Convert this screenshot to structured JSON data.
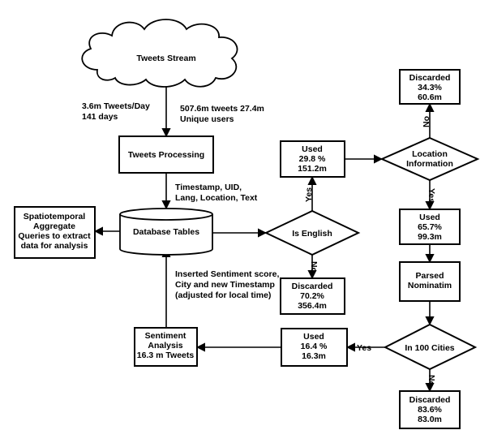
{
  "nodes": {
    "tweets_stream": [
      "Tweets Stream"
    ],
    "tweets_processing": [
      "Tweets Processing"
    ],
    "database_tables": [
      "Database Tables"
    ],
    "spatiotemporal": [
      "Spatiotemporal",
      "Aggregate",
      "Queries to extract",
      "data for analysis"
    ],
    "is_english": [
      "Is English"
    ],
    "used_english": [
      "Used",
      "29.8 %",
      "151.2m"
    ],
    "discarded_english": [
      "Discarded",
      "70.2%",
      "356.4m"
    ],
    "location_information": [
      "Location",
      "Information"
    ],
    "discarded_location": [
      "Discarded",
      "34.3%",
      "60.6m"
    ],
    "used_location": [
      "Used",
      "65.7%",
      "99.3m"
    ],
    "parsed_nominatim": [
      "Parsed",
      "Nominatim"
    ],
    "in_100_cities": [
      "In 100 Cities"
    ],
    "used_cities": [
      "Used",
      "16.4 %",
      "16.3m"
    ],
    "discarded_cities": [
      "Discarded",
      "83.6%",
      "83.0m"
    ],
    "sentiment_analysis": [
      "Sentiment",
      "Analysis",
      "16.3 m Tweets"
    ]
  },
  "annotations": {
    "rate": [
      "3.6m Tweets/Day",
      "141 days"
    ],
    "total": [
      "507.6m tweets 27.4m",
      "Unique users"
    ],
    "fields": [
      "Timestamp, UID,",
      "Lang, Location, Text"
    ],
    "inserted": [
      "Inserted Sentiment score,",
      "City and new Timestamp",
      "(adjusted for local time)"
    ]
  },
  "edge_labels": {
    "english_yes": "Yes",
    "english_no": "No",
    "location_no": "No",
    "location_yes": "Yes",
    "cities_yes": "Yes",
    "cities_no": "No"
  }
}
